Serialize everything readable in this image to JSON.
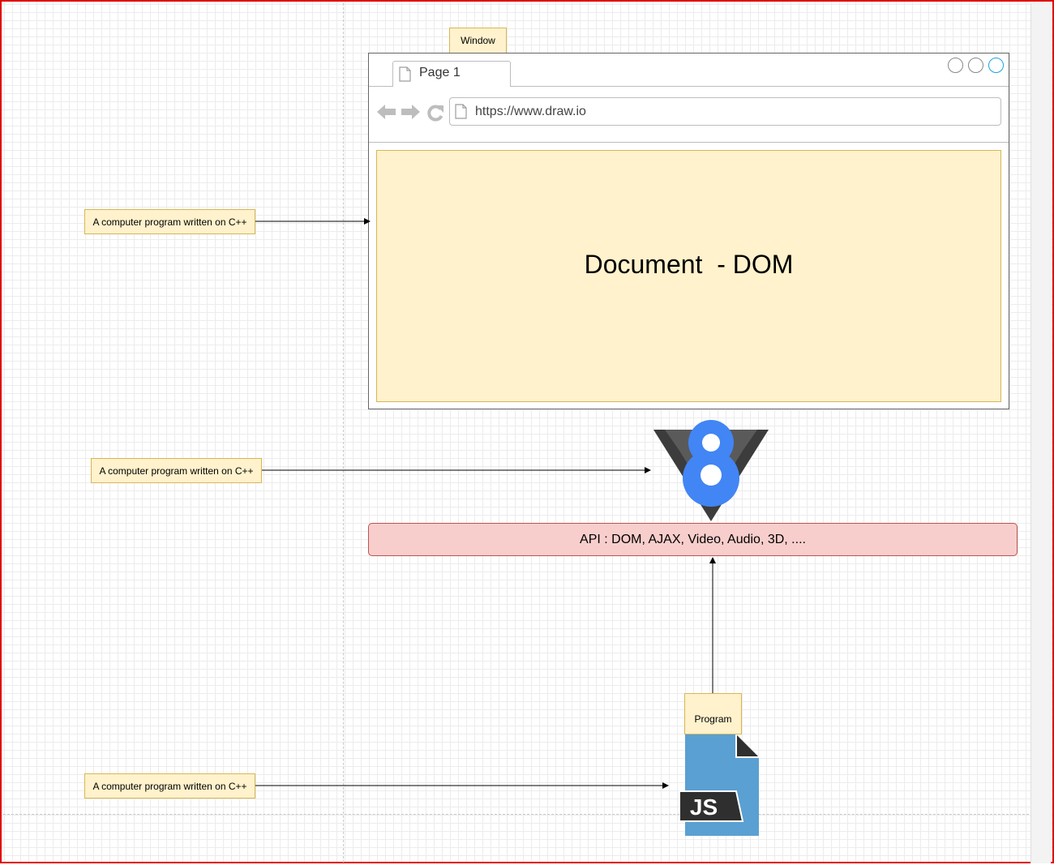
{
  "window_label": "Window",
  "browser": {
    "tab_label": "Page 1",
    "address": "https://www.draw.io",
    "document_label": "Document  - DOM"
  },
  "annotations": [
    {
      "text": "A computer program written on C++"
    },
    {
      "text": "A computer program written on C++"
    },
    {
      "text": "A computer program written on C++"
    }
  ],
  "api_label": "API : DOM, AJAX, Video, Audio, 3D, ....",
  "program_label": "Program",
  "js_icon_text": "JS",
  "v8_digit": "8",
  "colors": {
    "note_fill": "#fff2cc",
    "note_stroke": "#d6b656",
    "api_fill": "#f8cecc",
    "api_stroke": "#b85450",
    "v8_blue": "#4285f4",
    "v8_dark": "#3c3c3c",
    "js_blue": "#5aa0d2",
    "canvas_border": "#e00000"
  }
}
